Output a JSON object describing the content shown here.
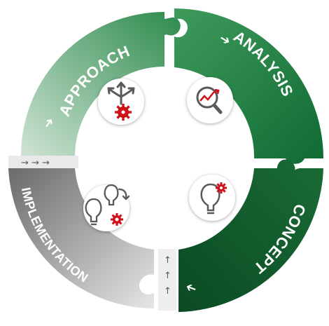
{
  "segments": {
    "approach": {
      "label": "APPROACH",
      "arrow": "➔",
      "color_start": "#b5d3bd",
      "color_end": "#1e7a3f"
    },
    "analysis": {
      "label": "ANALYSIS",
      "arrow": "➔",
      "color_start": "#2c8c4a",
      "color_end": "#0f6a33"
    },
    "concept": {
      "label": "CONCEPT",
      "arrow": "🡐",
      "color_start": "#1c7038",
      "color_end": "#0b4f24"
    },
    "implementation": {
      "label": "IMPLEMENTATION",
      "color_start": "#5f5f5f",
      "color_end": "#d9d9d9"
    }
  },
  "connectors": {
    "left_arrows": "→ → →",
    "bottom_arrows": "↑ ↑ ↑"
  },
  "icons": {
    "approach": "arrows-gear-icon",
    "analysis": "magnifier-chart-icon",
    "concept": "lightbulb-gear-icon",
    "implementation": "lightbulbs-gears-icon"
  },
  "colors": {
    "accent_red": "#d0101a",
    "icon_gray": "#5a5a5a"
  }
}
